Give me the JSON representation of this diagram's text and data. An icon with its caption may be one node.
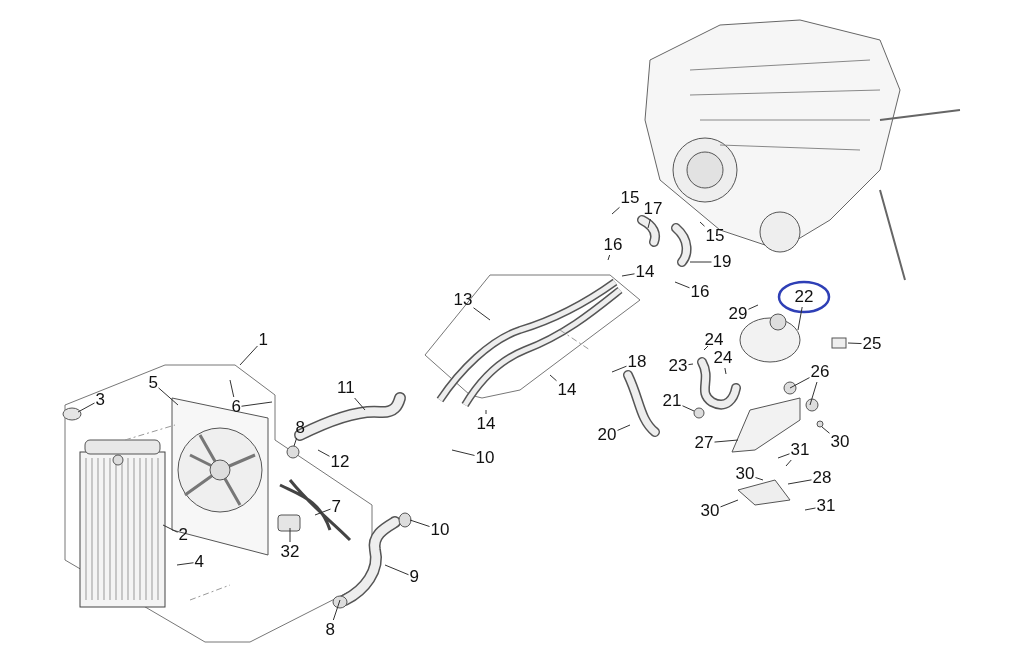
{
  "diagram": {
    "nodes": [
      {
        "text": [
          "15"
        ]
      },
      {
        "text": [
          "17"
        ]
      },
      {
        "text": [
          "15"
        ]
      },
      {
        "text": [
          "16"
        ]
      },
      {
        "text": [
          "19"
        ]
      },
      {
        "text": [
          "14"
        ]
      },
      {
        "text": [
          "16"
        ]
      },
      {
        "text": [
          "22"
        ]
      },
      {
        "text": [
          "13"
        ]
      },
      {
        "text": [
          "29"
        ]
      },
      {
        "text": [
          "25"
        ]
      },
      {
        "text": [
          "1"
        ]
      },
      {
        "text": [
          "24"
        ]
      },
      {
        "text": [
          "18"
        ]
      },
      {
        "text": [
          "23"
        ]
      },
      {
        "text": [
          "24"
        ]
      },
      {
        "text": [
          "26"
        ]
      },
      {
        "text": [
          "5"
        ]
      },
      {
        "text": [
          "11"
        ]
      },
      {
        "text": [
          "14"
        ]
      },
      {
        "text": [
          "3"
        ]
      },
      {
        "text": [
          "21"
        ]
      },
      {
        "text": [
          "6"
        ]
      },
      {
        "text": [
          "8"
        ]
      },
      {
        "text": [
          "14"
        ]
      },
      {
        "text": [
          "20"
        ]
      },
      {
        "text": [
          "30"
        ]
      },
      {
        "text": [
          "27"
        ]
      },
      {
        "text": [
          "10"
        ]
      },
      {
        "text": [
          "31"
        ]
      },
      {
        "text": [
          "12"
        ]
      },
      {
        "text": [
          "30"
        ]
      },
      {
        "text": [
          "28"
        ]
      },
      {
        "text": [
          "31"
        ]
      },
      {
        "text": [
          "7"
        ]
      },
      {
        "text": [
          "30"
        ]
      },
      {
        "text": [
          "10"
        ]
      },
      {
        "text": [
          "2"
        ]
      },
      {
        "text": [
          "32"
        ]
      },
      {
        "text": [
          "4"
        ]
      },
      {
        "text": [
          "9"
        ]
      },
      {
        "text": [
          "8"
        ]
      }
    ],
    "edges": [
      {
        "from": 0,
        "to": null,
        "arrow": "none"
      },
      {
        "from": 1,
        "to": null,
        "arrow": "none"
      },
      {
        "from": 2,
        "to": null,
        "arrow": "none"
      },
      {
        "from": 3,
        "to": null,
        "arrow": "none"
      },
      {
        "from": 4,
        "to": null,
        "arrow": "none"
      },
      {
        "from": 5,
        "to": null,
        "arrow": "none"
      },
      {
        "from": 6,
        "to": null,
        "arrow": "none"
      },
      {
        "from": 7,
        "to": null,
        "arrow": "none"
      },
      {
        "from": 8,
        "to": null,
        "arrow": "none"
      },
      {
        "from": 9,
        "to": null,
        "arrow": "none"
      },
      {
        "from": 10,
        "to": null,
        "arrow": "none"
      },
      {
        "from": 11,
        "to": null,
        "arrow": "none"
      },
      {
        "from": 12,
        "to": null,
        "arrow": "none"
      },
      {
        "from": 13,
        "to": null,
        "arrow": "none"
      },
      {
        "from": 14,
        "to": null,
        "arrow": "none"
      },
      {
        "from": 15,
        "to": null,
        "arrow": "none"
      },
      {
        "from": 16,
        "to": null,
        "arrow": "none"
      },
      {
        "from": 16,
        "to": null,
        "arrow": "none"
      },
      {
        "from": 17,
        "to": null,
        "arrow": "none"
      },
      {
        "from": 18,
        "to": null,
        "arrow": "none"
      },
      {
        "from": 19,
        "to": null,
        "arrow": "none"
      },
      {
        "from": 20,
        "to": null,
        "arrow": "none"
      },
      {
        "from": 21,
        "to": null,
        "arrow": "none"
      },
      {
        "from": 22,
        "to": null,
        "arrow": "none"
      },
      {
        "from": 22,
        "to": null,
        "arrow": "none"
      },
      {
        "from": 23,
        "to": null,
        "arrow": "none"
      },
      {
        "from": 24,
        "to": null,
        "arrow": "none"
      },
      {
        "from": 25,
        "to": null,
        "arrow": "none"
      },
      {
        "from": 26,
        "to": null,
        "arrow": "none"
      },
      {
        "from": 27,
        "to": null,
        "arrow": "none"
      },
      {
        "from": 28,
        "to": null,
        "arrow": "none"
      },
      {
        "from": 29,
        "to": null,
        "arrow": "none"
      },
      {
        "from": 29,
        "to": null,
        "arrow": "none"
      },
      {
        "from": 30,
        "to": null,
        "arrow": "none"
      },
      {
        "from": 31,
        "to": null,
        "arrow": "none"
      },
      {
        "from": 32,
        "to": null,
        "arrow": "none"
      },
      {
        "from": 33,
        "to": null,
        "arrow": "none"
      },
      {
        "from": 34,
        "to": null,
        "arrow": "none"
      },
      {
        "from": 35,
        "to": null,
        "arrow": "none"
      },
      {
        "from": 36,
        "to": null,
        "arrow": "none"
      },
      {
        "from": 37,
        "to": null,
        "arrow": "none"
      },
      {
        "from": 38,
        "to": null,
        "arrow": "none"
      },
      {
        "from": 39,
        "to": null,
        "arrow": "none"
      },
      {
        "from": 40,
        "to": null,
        "arrow": "none"
      },
      {
        "from": 41,
        "to": null,
        "arrow": "none"
      }
    ]
  }
}
